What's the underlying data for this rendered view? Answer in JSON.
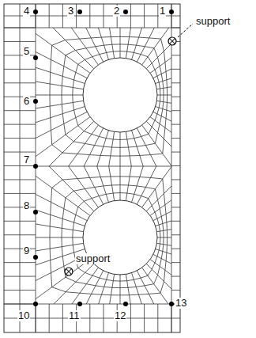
{
  "diagram": {
    "labels": [
      "4",
      "3",
      "2",
      "1",
      "support",
      "5",
      "6",
      "7",
      "8",
      "9",
      "support",
      "10",
      "11",
      "12",
      "13"
    ]
  }
}
